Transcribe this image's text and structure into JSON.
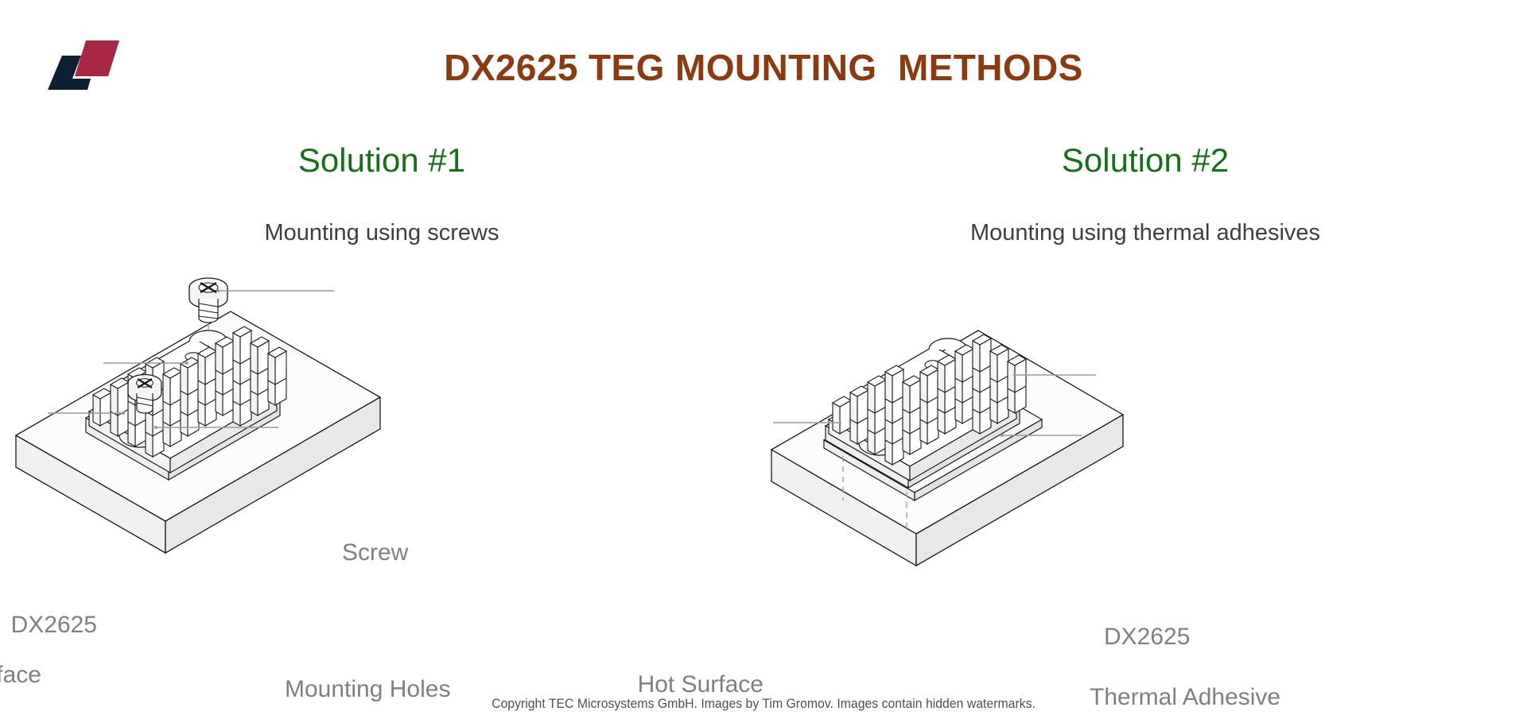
{
  "brand": {
    "logo_name": "tec-microsystems-logo",
    "logo_dark": "#0d1f33",
    "logo_red": "#a82742"
  },
  "title": {
    "text": "DX2625 TEG MOUNTING  METHODS",
    "color": "#8c3a10"
  },
  "colors": {
    "heading_green": "#15701a",
    "subtitle_gray": "#3b3f45",
    "label_gray": "#808080",
    "leader_gray": "#9a9a9a",
    "drawing_ink": "#1a1a1a",
    "dash_red": "#d98a8a",
    "footer": "#4a5160"
  },
  "solutions": [
    {
      "heading": "Solution #1",
      "subtitle": "Mounting using screws",
      "labels": [
        {
          "id": "screw",
          "text": "Screw",
          "side": "left"
        },
        {
          "id": "dx2625",
          "text": "DX2625",
          "side": "right"
        },
        {
          "id": "hot-surface",
          "text": "Hot Surface",
          "side": "right"
        },
        {
          "id": "mounting-holes",
          "text": "Mounting Holes",
          "side": "left"
        }
      ]
    },
    {
      "heading": "Solution #2",
      "subtitle": "Mounting using thermal adhesives",
      "labels": [
        {
          "id": "dx2625",
          "text": "DX2625",
          "side": "left"
        },
        {
          "id": "hot-surface",
          "text": "Hot Surface",
          "side": "right"
        },
        {
          "id": "thermal-adhesive",
          "text": "Thermal Adhesive",
          "side": "left"
        }
      ]
    }
  ],
  "footer": {
    "text": "Copyright TEC Microsystems GmbH. Images by Tim Gromov. Images contain hidden watermarks."
  }
}
